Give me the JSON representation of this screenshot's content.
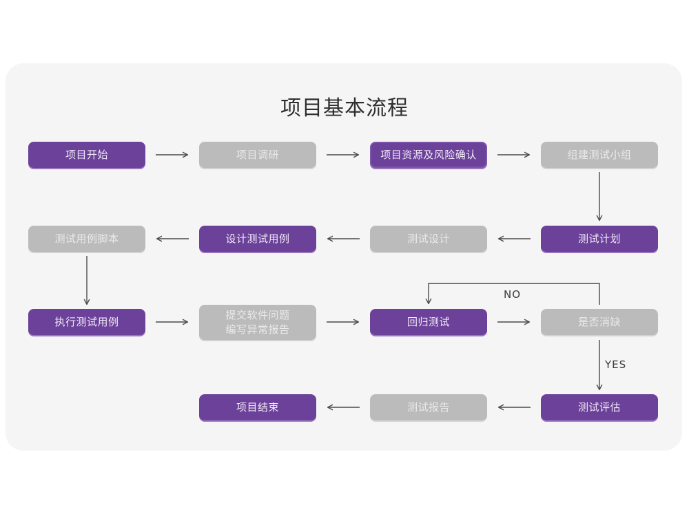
{
  "diagram": {
    "title": "项目基本流程",
    "colors": {
      "accent_purple": "#6b4199",
      "muted_gray": "#bbbbbb",
      "card_bg": "#f5f5f5",
      "page_bg": "#ffffff",
      "connector": "#555555"
    },
    "nodes": [
      {
        "id": "n1",
        "label": "项目开始",
        "style": "purple",
        "row": 1,
        "col": 1
      },
      {
        "id": "n2",
        "label": "项目调研",
        "style": "gray",
        "row": 1,
        "col": 2
      },
      {
        "id": "n3",
        "label": "项目资源及风险确认",
        "style": "outline",
        "row": 1,
        "col": 3
      },
      {
        "id": "n4",
        "label": "组建测试小组",
        "style": "gray",
        "row": 1,
        "col": 4
      },
      {
        "id": "n5",
        "label": "测试用例脚本",
        "style": "gray",
        "row": 2,
        "col": 1
      },
      {
        "id": "n6",
        "label": "设计测试用例",
        "style": "purple",
        "row": 2,
        "col": 2
      },
      {
        "id": "n7",
        "label": "测试设计",
        "style": "gray",
        "row": 2,
        "col": 3
      },
      {
        "id": "n8",
        "label": "测试计划",
        "style": "purple",
        "row": 2,
        "col": 4
      },
      {
        "id": "n9",
        "label": "执行测试用例",
        "style": "purple",
        "row": 3,
        "col": 1
      },
      {
        "id": "n10",
        "label": "提交软件问题\n编写异常报告",
        "style": "gray",
        "row": 3,
        "col": 2
      },
      {
        "id": "n11",
        "label": "回归测试",
        "style": "purple",
        "row": 3,
        "col": 3
      },
      {
        "id": "n12",
        "label": "是否消缺",
        "style": "gray",
        "row": 3,
        "col": 4
      },
      {
        "id": "n13",
        "label": "项目结束",
        "style": "purple",
        "row": 4,
        "col": 2
      },
      {
        "id": "n14",
        "label": "测试报告",
        "style": "gray",
        "row": 4,
        "col": 3
      },
      {
        "id": "n15",
        "label": "测试评估",
        "style": "purple",
        "row": 4,
        "col": 4
      }
    ],
    "edge_labels": {
      "no": "NO",
      "yes": "YES"
    },
    "edges": [
      {
        "from": "n1",
        "to": "n2",
        "dir": "right"
      },
      {
        "from": "n2",
        "to": "n3",
        "dir": "right"
      },
      {
        "from": "n3",
        "to": "n4",
        "dir": "right"
      },
      {
        "from": "n4",
        "to": "n8",
        "dir": "down"
      },
      {
        "from": "n8",
        "to": "n7",
        "dir": "left"
      },
      {
        "from": "n7",
        "to": "n6",
        "dir": "left"
      },
      {
        "from": "n6",
        "to": "n5",
        "dir": "left"
      },
      {
        "from": "n5",
        "to": "n9",
        "dir": "down"
      },
      {
        "from": "n9",
        "to": "n10",
        "dir": "right"
      },
      {
        "from": "n10",
        "to": "n11",
        "dir": "right"
      },
      {
        "from": "n11",
        "to": "n12",
        "dir": "right"
      },
      {
        "from": "n12",
        "to": "n11",
        "dir": "loop-up",
        "label": "NO"
      },
      {
        "from": "n12",
        "to": "n15",
        "dir": "down",
        "label": "YES"
      },
      {
        "from": "n15",
        "to": "n14",
        "dir": "left"
      },
      {
        "from": "n14",
        "to": "n13",
        "dir": "left"
      }
    ]
  }
}
